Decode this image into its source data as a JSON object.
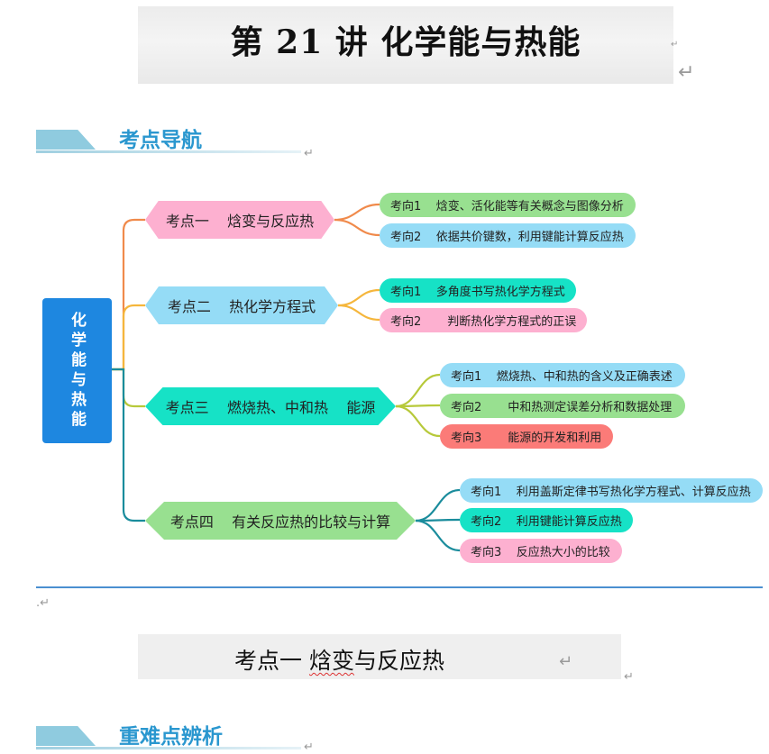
{
  "header": {
    "title": "第 21 讲  化学能与热能"
  },
  "marks": {
    "return": "↵",
    "small": "↵",
    "dot": ".↵"
  },
  "section1": {
    "title": "考点导航"
  },
  "mindmap": {
    "root": "化学能与热能",
    "colors": {
      "root": "#1e87e0",
      "pink": "#fdb0d0",
      "blue": "#95dcf6",
      "cyan": "#16e2c6",
      "green": "#98e090",
      "salmon": "#fb7b78"
    },
    "nodes": [
      {
        "label": "考点一    焓变与反应热",
        "color": "#fdb0d0",
        "line": "#f08a4b",
        "items": [
          {
            "label": "考向1    焓变、活化能等有关概念与图像分析",
            "color": "#98e090"
          },
          {
            "label": "考向2    依据共价键数，利用键能计算反应热",
            "color": "#95dcf6"
          }
        ]
      },
      {
        "label": "考点二    热化学方程式",
        "color": "#95dcf6",
        "line": "#f5b63c",
        "items": [
          {
            "label": "考向1    多角度书写热化学方程式",
            "color": "#16e2c6"
          },
          {
            "label": "考向2       判断热化学方程式的正误",
            "color": "#fdb0d0"
          }
        ]
      },
      {
        "label": "考点三    燃烧热、中和热    能源",
        "color": "#16e2c6",
        "line": "#b7c93a",
        "items": [
          {
            "label": "考向1    燃烧热、中和热的含义及正确表述",
            "color": "#95dcf6"
          },
          {
            "label": "考向2       中和热测定误差分析和数据处理",
            "color": "#98e090"
          },
          {
            "label": "考向3       能源的开发和利用",
            "color": "#fb7b78"
          }
        ]
      },
      {
        "label": "考点四    有关反应热的比较与计算",
        "color": "#98e090",
        "line": "#1a8c9c",
        "items": [
          {
            "label": "考向1    利用盖斯定律书写热化学方程式、计算反应热",
            "color": "#95dcf6"
          },
          {
            "label": "考向2    利用键能计算反应热",
            "color": "#16e2c6"
          },
          {
            "label": "考向3    反应热大小的比较",
            "color": "#fdb0d0"
          }
        ]
      }
    ]
  },
  "subtitle": {
    "prefix": "考点一   ",
    "word1": "焓变",
    "word2": "与反应热"
  },
  "section2": {
    "title": "重难点辨析"
  }
}
